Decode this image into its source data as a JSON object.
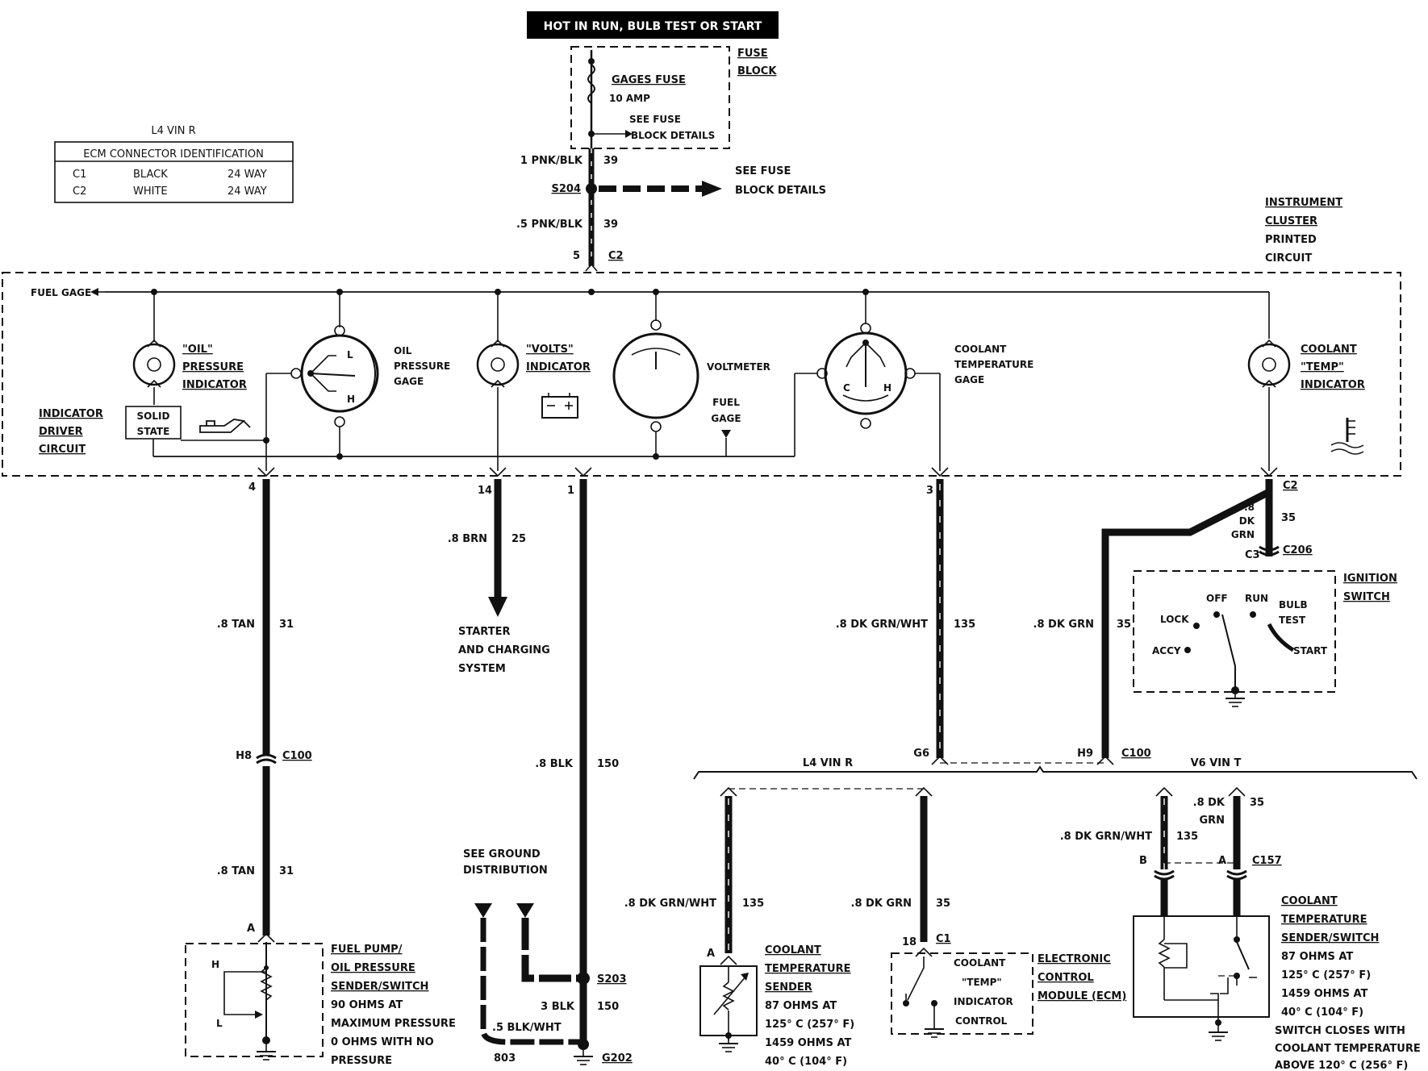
{
  "header_box": "HOT IN RUN, BULB TEST OR START",
  "fuse_block": {
    "label_1": "FUSE",
    "label_2": "BLOCK",
    "fuse_name": "GAGES FUSE",
    "fuse_rating": "10 AMP",
    "see_details_1": "SEE FUSE",
    "see_details_2": "BLOCK DETAILS"
  },
  "ecm_table": {
    "caption": "L4 VIN R",
    "header": "ECM CONNECTOR IDENTIFICATION",
    "rows": [
      {
        "id": "C1",
        "color": "BLACK",
        "size": "24 WAY"
      },
      {
        "id": "C2",
        "color": "WHITE",
        "size": "24 WAY"
      }
    ]
  },
  "top_wires": {
    "w1_size": "1 PNK/BLK",
    "w1_num": "39",
    "splice": "S204",
    "see_1": "SEE FUSE",
    "see_2": "BLOCK DETAILS",
    "w2_size": ".5 PNK/BLK",
    "w2_num": "39",
    "pin": "5",
    "conn": "C2"
  },
  "cluster": {
    "title": [
      "INSTRUMENT",
      "CLUSTER",
      "PRINTED",
      "CIRCUIT"
    ],
    "fuel_gage": "FUEL GAGE",
    "oil_ind": [
      "\"OIL\"",
      "PRESSURE",
      "INDICATOR"
    ],
    "oil_gage": [
      "OIL",
      "PRESSURE",
      "GAGE"
    ],
    "volts_ind": [
      "\"VOLTS\"",
      "INDICATOR"
    ],
    "voltmeter": "VOLTMETER",
    "fuel_gage2": [
      "FUEL",
      "GAGE"
    ],
    "cool_gage": [
      "COOLANT",
      "TEMPERATURE",
      "GAGE"
    ],
    "cool_ind": [
      "COOLANT",
      "\"TEMP\"",
      "INDICATOR"
    ],
    "driver": [
      "INDICATOR",
      "DRIVER",
      "CIRCUIT"
    ],
    "solid": [
      "SOLID",
      "STATE"
    ],
    "gage_l": "L",
    "gage_h": "H",
    "gage_c": "C",
    "pins": {
      "p4": "4",
      "p14": "14",
      "p1": "1",
      "p3": "3",
      "c2": "C2"
    }
  },
  "wires": {
    "tan1_size": ".8 TAN",
    "tan1_num": "31",
    "conn_h8": "H8",
    "conn_c100": "C100",
    "tan2_size": ".8 TAN",
    "tan2_num": "31",
    "pin_a": "A",
    "brn_size": ".8 BRN",
    "brn_num": "25",
    "starter": [
      "STARTER",
      "AND CHARGING",
      "SYSTEM"
    ],
    "blk_size": ".8 BLK",
    "blk_num": "150",
    "see_ground": [
      "SEE GROUND",
      "DISTRIBUTION"
    ],
    "s203": "S203",
    "blk3_size": "3 BLK",
    "blk3_num": "150",
    "blkwht": ".5 BLK/WHT",
    "n803": "803",
    "g202": "G202",
    "dkgrnwht_size": ".8 DK GRN/WHT",
    "dkgrnwht_num": "135",
    "dkgrn_size": ".8 DK GRN",
    "dkgrn_num": "35",
    "c2_dkgrn": [
      ".8",
      "DK",
      "GRN"
    ],
    "c2_num": "35",
    "c3": "C3",
    "c206": "C206",
    "g6": "G6",
    "h9": "H9",
    "c100b": "C100",
    "l4vin": "L4 VIN R",
    "v6vin": "V6 VIN T"
  },
  "ignition": {
    "title": [
      "IGNITION",
      "SWITCH"
    ],
    "off": "OFF",
    "run": "RUN",
    "bulb": [
      "BULB",
      "TEST"
    ],
    "lock": "LOCK",
    "accy": "ACCY",
    "start": "START"
  },
  "fuel_pump": {
    "title": [
      "FUEL PUMP/",
      "OIL PRESSURE",
      "SENDER/SWITCH"
    ],
    "desc": [
      "90 OHMS AT",
      "MAXIMUM PRESSURE",
      "0 OHMS WITH NO",
      "PRESSURE"
    ],
    "h": "H",
    "l": "L"
  },
  "l4_branch": {
    "w1_size": ".8 DK GRN/WHT",
    "w1_num": "135",
    "w2_size": ".8 DK GRN",
    "w2_num": "35",
    "pin_a": "A",
    "sender_title": [
      "COOLANT",
      "TEMPERATURE",
      "SENDER"
    ],
    "sender_desc": [
      "87 OHMS AT",
      "125°  C (257° F)",
      "1459 OHMS AT",
      "40°  C (104° F)"
    ],
    "pin18": "18",
    "c1": "C1",
    "ecm_inner": [
      "COOLANT",
      "\"TEMP\"",
      "INDICATOR",
      "CONTROL"
    ],
    "ecm_title": [
      "ELECTRONIC",
      "CONTROL",
      "MODULE (ECM)"
    ]
  },
  "v6_branch": {
    "w1_label": [
      ".8 DK",
      "GRN"
    ],
    "w1_num": "35",
    "w2_size": ".8 DK GRN/WHT",
    "w2_num": "135",
    "pin_b": "B",
    "pin_a": "A",
    "c157": "C157",
    "title": [
      "COOLANT",
      "TEMPERATURE",
      "SENDER/SWITCH"
    ],
    "desc": [
      "87 OHMS AT",
      "125°  C (257° F)",
      "1459 OHMS AT",
      "40°  C (104° F)",
      "SWITCH CLOSES WITH",
      "COOLANT TEMPERATURE",
      "ABOVE 120° C (256° F)"
    ]
  }
}
